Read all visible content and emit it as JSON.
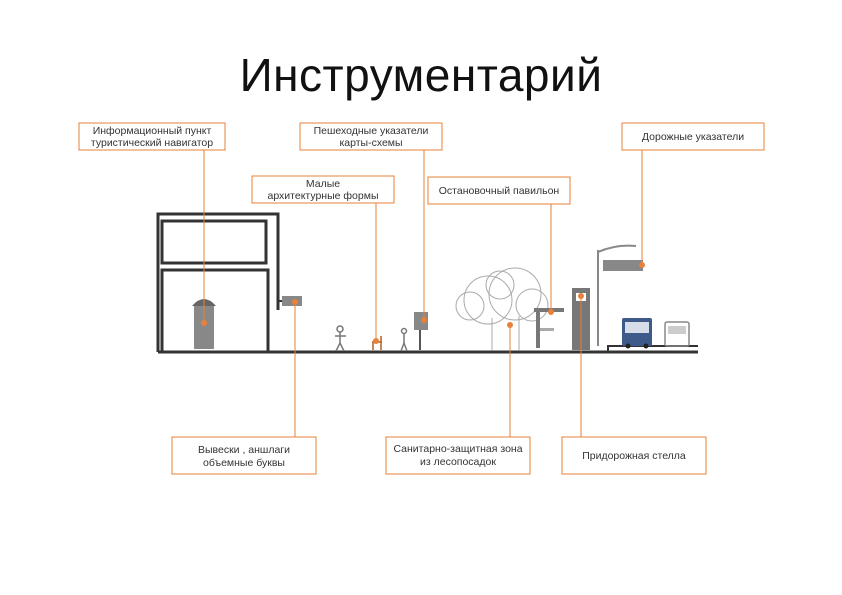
{
  "title": "Инструментарий",
  "accent_color": "#e8823a",
  "label_border_color": "#e8823a",
  "labels": {
    "info_point": [
      "Информационный пункт",
      "туристический навигатор"
    ],
    "pedestrian_signs": [
      "Пешеходные указатели",
      "карты-схемы"
    ],
    "road_signs": [
      "Дорожные указатели"
    ],
    "small_forms": [
      "Малые",
      "архитектурные формы"
    ],
    "bus_stop": [
      "Остановочный павильон"
    ],
    "signboards": [
      "Вывески , аншлаги",
      "объемные буквы"
    ],
    "sanitary_zone": [
      "Санитарно-защитная зона",
      "из лесопосадок"
    ],
    "roadside_stele": [
      "Придорожная стелла"
    ]
  }
}
